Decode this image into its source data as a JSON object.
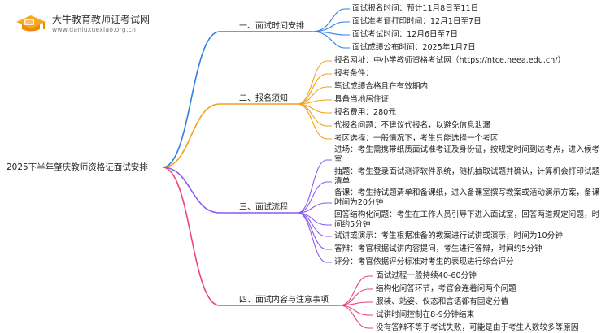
{
  "logo": {
    "title": "大牛教育教师证考试网",
    "subtitle": "www.daniuxuexiao.org.cn"
  },
  "colors": {
    "blue": "#2f7fe0",
    "orange": "#f2a21b",
    "purple": "#8a5cf0",
    "pink": "#e8457a"
  },
  "root": "2025下半年肇庆教师资格证面试安排",
  "branches": [
    {
      "label": "一、面试时间安排",
      "items": [
        "面试报名时间：预计11月8日至11日",
        "面试准考证打印时间：12月1日至7日",
        "面试考试时间：12月6日至7日",
        "面试成绩公布时间：2025年1月7日"
      ]
    },
    {
      "label": "二、报名须知",
      "items": [
        "报名网址：中小学教师资格考试网（https://ntce.neea.edu.cn/）",
        "报考条件：",
        "笔试成绩合格且在有效期内",
        "具备当地居住证",
        "报名费用：280元",
        "代报名问题：不建议代报名，以避免信息泄漏",
        "考区选择：一般情况下，考生只能选择一个考区"
      ]
    },
    {
      "label": "三、面试流程",
      "items": [
        "进场：考生需携带纸质面试准考证及身份证，按规定时间到达考点，进入候考室",
        "抽题：考生登录面试测评软件系统，随机抽取试题并确认，计算机会打印试题清单",
        "备课：考生持试题清单和备课纸，进入备课室撰写教案或活动演示方案，备课时间为20分钟",
        "回答结构化问题：考生在工作人员引导下进入面试室，回答两道规定问题，时间约5分钟",
        "试讲或演示：考生根据准备的教案进行试讲或演示，时间为10分钟",
        "答辩：考官根据试讲内容提问，考生进行答辩，时间约5分钟",
        "评分：考官依据评分标准对考生的表现进行综合评分"
      ]
    },
    {
      "label": "四、面试内容与注意事项",
      "items": [
        "面试过程一般持续40-60分钟",
        "结构化问答环节，考官会连着问两个问题",
        "服装、站姿、仪态和言语都有固定分值",
        "试讲时间控制在8-9分钟结束",
        "没有答辩不等于考试失败，可能是由于考生人数较多等原因"
      ]
    }
  ]
}
